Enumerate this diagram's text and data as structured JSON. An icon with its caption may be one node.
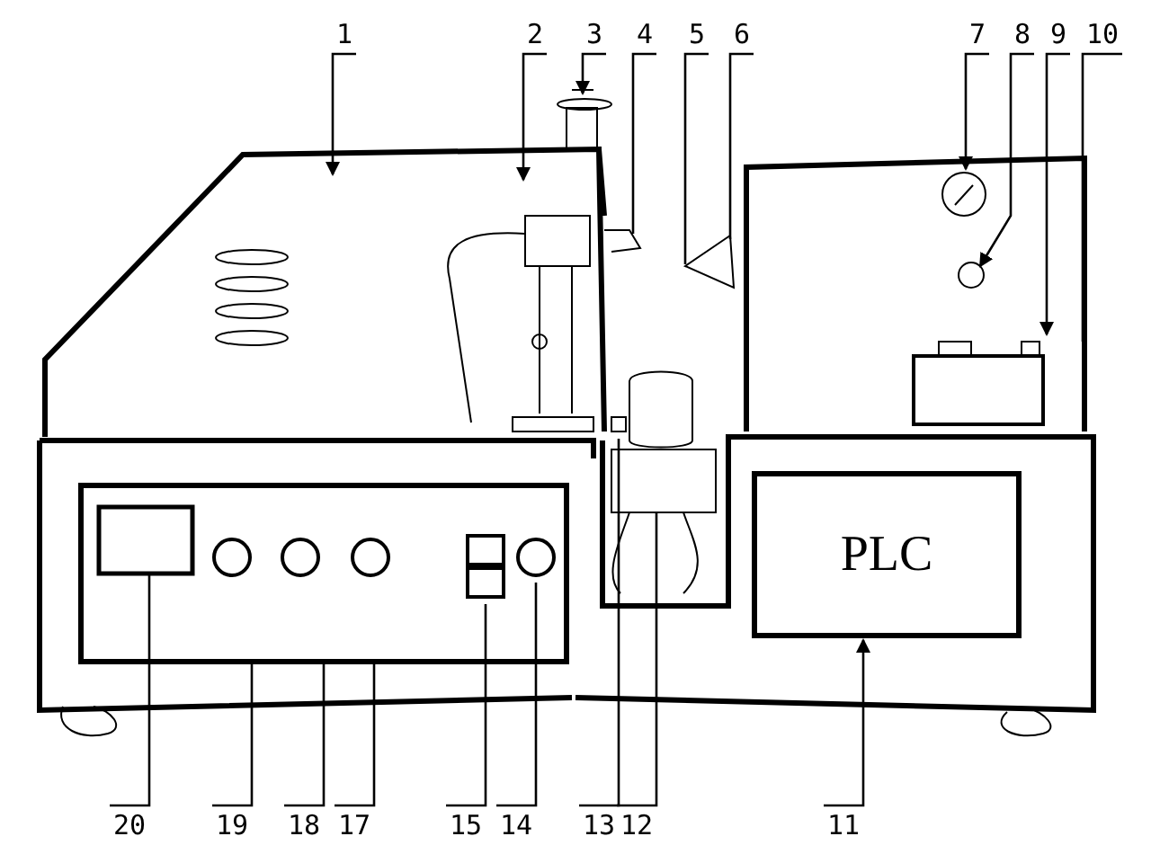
{
  "diagram": {
    "nodes": [
      {
        "text": [
          "1"
        ]
      },
      {
        "text": [
          "2"
        ]
      },
      {
        "text": [
          "3"
        ]
      },
      {
        "text": [
          "4"
        ]
      },
      {
        "text": [
          "5"
        ]
      },
      {
        "text": [
          "6"
        ]
      },
      {
        "text": [
          "7"
        ]
      },
      {
        "text": [
          "8"
        ]
      },
      {
        "text": [
          "9"
        ]
      },
      {
        "text": [
          "10"
        ]
      },
      {
        "text": [
          "PLC"
        ]
      },
      {
        "text": [
          "20"
        ]
      },
      {
        "text": [
          "19"
        ]
      },
      {
        "text": [
          "18"
        ]
      },
      {
        "text": [
          "17"
        ]
      },
      {
        "text": [
          "15"
        ]
      },
      {
        "text": [
          "14"
        ]
      },
      {
        "text": [
          "13"
        ]
      },
      {
        "text": [
          "12"
        ]
      },
      {
        "text": [
          "11"
        ]
      }
    ],
    "edges": [
      {
        "from": 0,
        "to": null,
        "arrow": "to"
      },
      {
        "from": 1,
        "to": null,
        "arrow": "to"
      },
      {
        "from": 2,
        "to": null,
        "arrow": "to"
      },
      {
        "from": 3,
        "to": null,
        "arrow": "none"
      },
      {
        "from": 4,
        "to": null,
        "arrow": "none"
      },
      {
        "from": 5,
        "to": null,
        "arrow": "none"
      },
      {
        "from": 6,
        "to": null,
        "arrow": "to"
      },
      {
        "from": 7,
        "to": null,
        "arrow": "to"
      },
      {
        "from": 8,
        "to": null,
        "arrow": "to"
      },
      {
        "from": 9,
        "to": null,
        "arrow": "none"
      },
      {
        "from": 11,
        "to": null,
        "arrow": "none"
      },
      {
        "from": 12,
        "to": null,
        "arrow": "none"
      },
      {
        "from": 13,
        "to": null,
        "arrow": "none"
      },
      {
        "from": 14,
        "to": null,
        "arrow": "none"
      },
      {
        "from": 15,
        "to": null,
        "arrow": "none"
      },
      {
        "from": 16,
        "to": null,
        "arrow": "none"
      },
      {
        "from": 17,
        "to": null,
        "arrow": "none"
      },
      {
        "from": 18,
        "to": null,
        "arrow": "none"
      },
      {
        "from": 19,
        "to": 10,
        "arrow": "to"
      }
    ]
  }
}
